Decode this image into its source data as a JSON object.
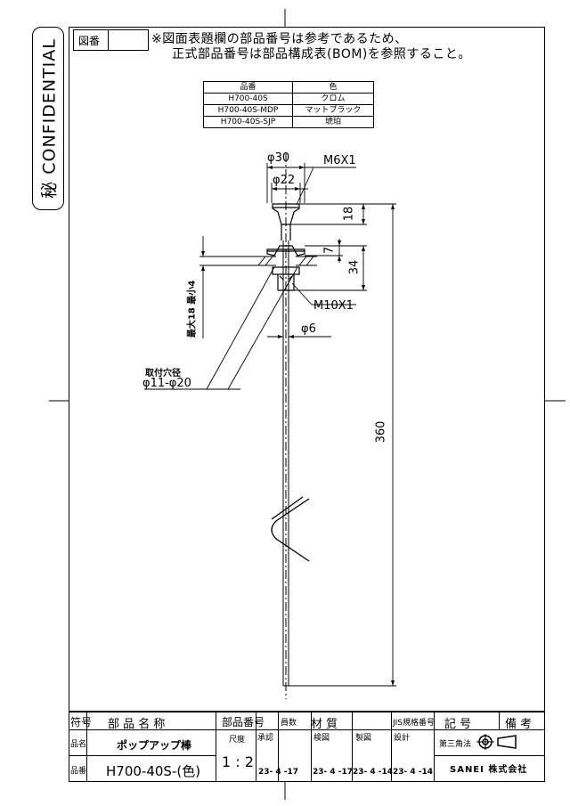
{
  "confidential": {
    "secret_mark": "秘",
    "label": "CONFIDENTIAL"
  },
  "header": {
    "drawing_no_label": "図番",
    "note_line1": "※図面表題欄の部品番号は参考であるため、",
    "note_line2": "正式部品番号は部品構成表(BOM)を参照すること。"
  },
  "color_table": {
    "headers": [
      "品番",
      "色"
    ],
    "rows": [
      [
        "H700-40S",
        "クロム"
      ],
      [
        "H700-40S-MDP",
        "マットブラック"
      ],
      [
        "H700-40S-SJP",
        "琥珀"
      ]
    ]
  },
  "dimensions": {
    "d30": "φ30",
    "d22": "φ22",
    "thread_top": "M6X1",
    "h18": "18",
    "h7": "7",
    "h34": "34",
    "thread_mid": "M10X1",
    "d6": "φ6",
    "length": "360",
    "panel_range": "最大18  最小4",
    "hole_label": "取付穴径",
    "hole_range": "φ11-φ20"
  },
  "title_block": {
    "headers": [
      "符号",
      "部 品 名 称",
      "部品番号",
      "員数",
      "材  質",
      "JIS規格番号",
      "記  号",
      "備  考"
    ],
    "name_label": "品名",
    "name_value": "ポップアップ棒",
    "number_label": "品番",
    "number_value": "H700-40S-(色)",
    "scale_label": "尺度",
    "scale_value": "1 : 2",
    "approve_label": "承認",
    "check_label": "検図",
    "draw_label": "製図",
    "design_label": "設計",
    "approve_date": "23- 4 -17",
    "check_date": "23- 4 -17",
    "draw_date": "23- 4 -14",
    "design_date": "23- 4 -14",
    "projection_label": "第三角法",
    "projection_icon": "third-angle-projection-icon",
    "company": "SANEI 株式会社"
  }
}
